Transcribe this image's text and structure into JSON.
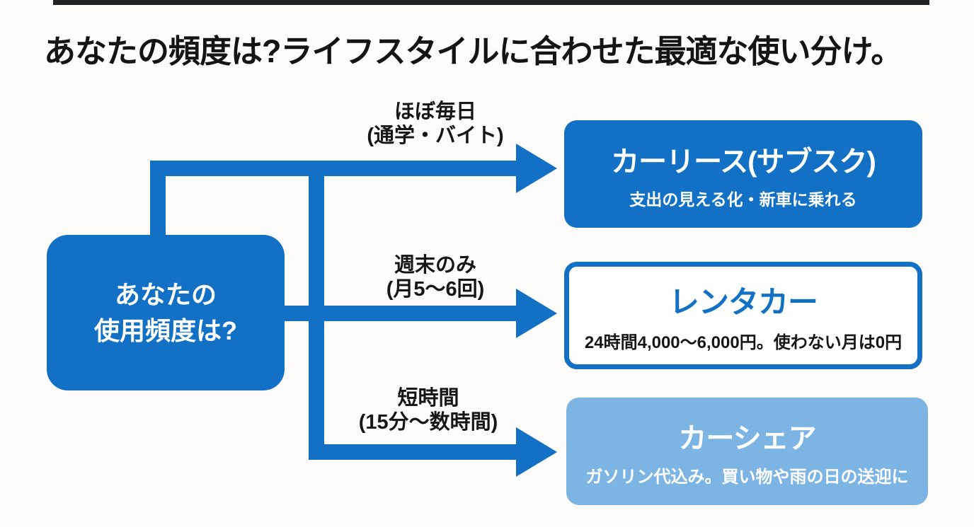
{
  "title": "あなたの頻度は?ライフスタイルに合わせた最適な使い分け。",
  "root_node": {
    "line1": "あなたの",
    "line2": "使用頻度は?"
  },
  "branches": [
    {
      "condition_line1": "ほぼ毎日",
      "condition_line2": "(通学・バイト)",
      "result_title": "カーリース(サブスク)",
      "result_subtitle": "支出の見える化・新車に乗れる"
    },
    {
      "condition_line1": "週末のみ",
      "condition_line2": "(月5〜6回)",
      "result_title": "レンタカー",
      "result_subtitle": "24時間4,000〜6,000円。使わない月は0円"
    },
    {
      "condition_line1": "短時間",
      "condition_line2": "(15分〜数時間)",
      "result_title": "カーシェア",
      "result_subtitle": "ガソリン代込み。買い物や雨の日の送迎に"
    }
  ],
  "colors": {
    "primary_blue": "#1271c4",
    "light_blue": "#7cb5e4",
    "text_dark": "#1a1a1a",
    "white": "#ffffff",
    "background": "#fdfcfb"
  }
}
